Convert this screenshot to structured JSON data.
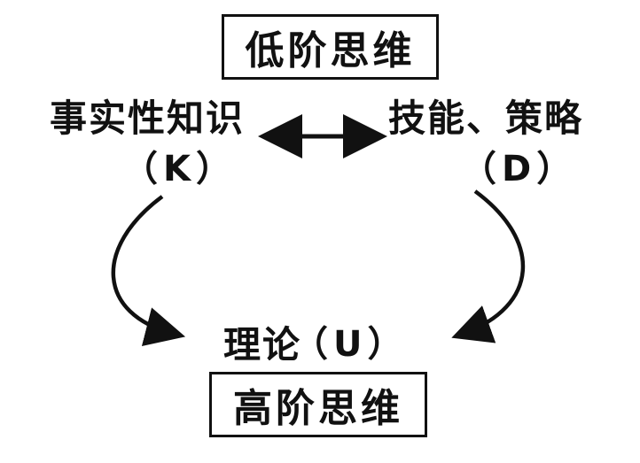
{
  "diagram": {
    "low_order": "低阶思维",
    "high_order": "高阶思维",
    "factual_knowledge": "事实性知识",
    "factual_code": "（K）",
    "skills": "技能、策略",
    "skills_code": "（D）",
    "theory": "理论",
    "theory_code": "（U）"
  }
}
